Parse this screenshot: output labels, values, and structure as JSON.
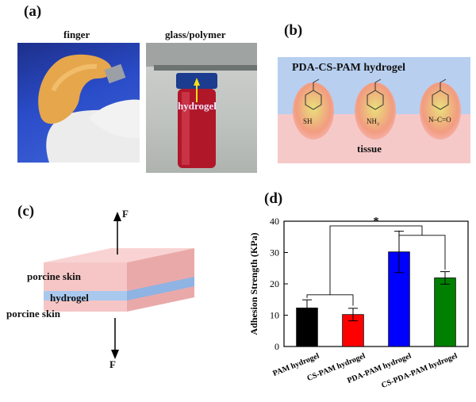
{
  "panels": {
    "a": {
      "label": "(a)",
      "caption_left": "finger",
      "caption_right": "glass/polymer",
      "hydrogel_label": "hydrogel"
    },
    "b": {
      "label": "(b)",
      "title": "PDA-CS-PAM hydrogel",
      "tissue_label": "tissue",
      "group_labels": [
        "SH",
        "NH₂",
        "N–C=O"
      ]
    },
    "c": {
      "label": "(c)",
      "force_top": "F",
      "force_bottom": "F",
      "layer_top": "porcine skin",
      "layer_middle": "hydrogel",
      "layer_bottom": "porcine skin"
    },
    "d": {
      "label": "(d)"
    }
  },
  "colors": {
    "diagram_top": "#b8cff0",
    "diagram_bottom": "#f6c9c9",
    "skin": "#f6c6c6",
    "hydrogel_layer": "#a9c8ee"
  },
  "chart_data": {
    "type": "bar",
    "ylabel": "Adhesion Strength (KPa)",
    "ylim": [
      0,
      40
    ],
    "yticks": [
      0,
      10,
      20,
      30,
      40
    ],
    "categories": [
      "PAM hydrogel",
      "CS-PAM hydrogel",
      "PDA-PAM hydrogel",
      "CS-PDA-PAM hydrogel"
    ],
    "values": [
      12.3,
      10.2,
      30.2,
      21.9
    ],
    "errors": [
      2.6,
      2.0,
      6.6,
      2.0
    ],
    "bar_colors": [
      "#000000",
      "#ff0000",
      "#0000ff",
      "#008000"
    ],
    "significance_marker": "*",
    "grid": false
  }
}
